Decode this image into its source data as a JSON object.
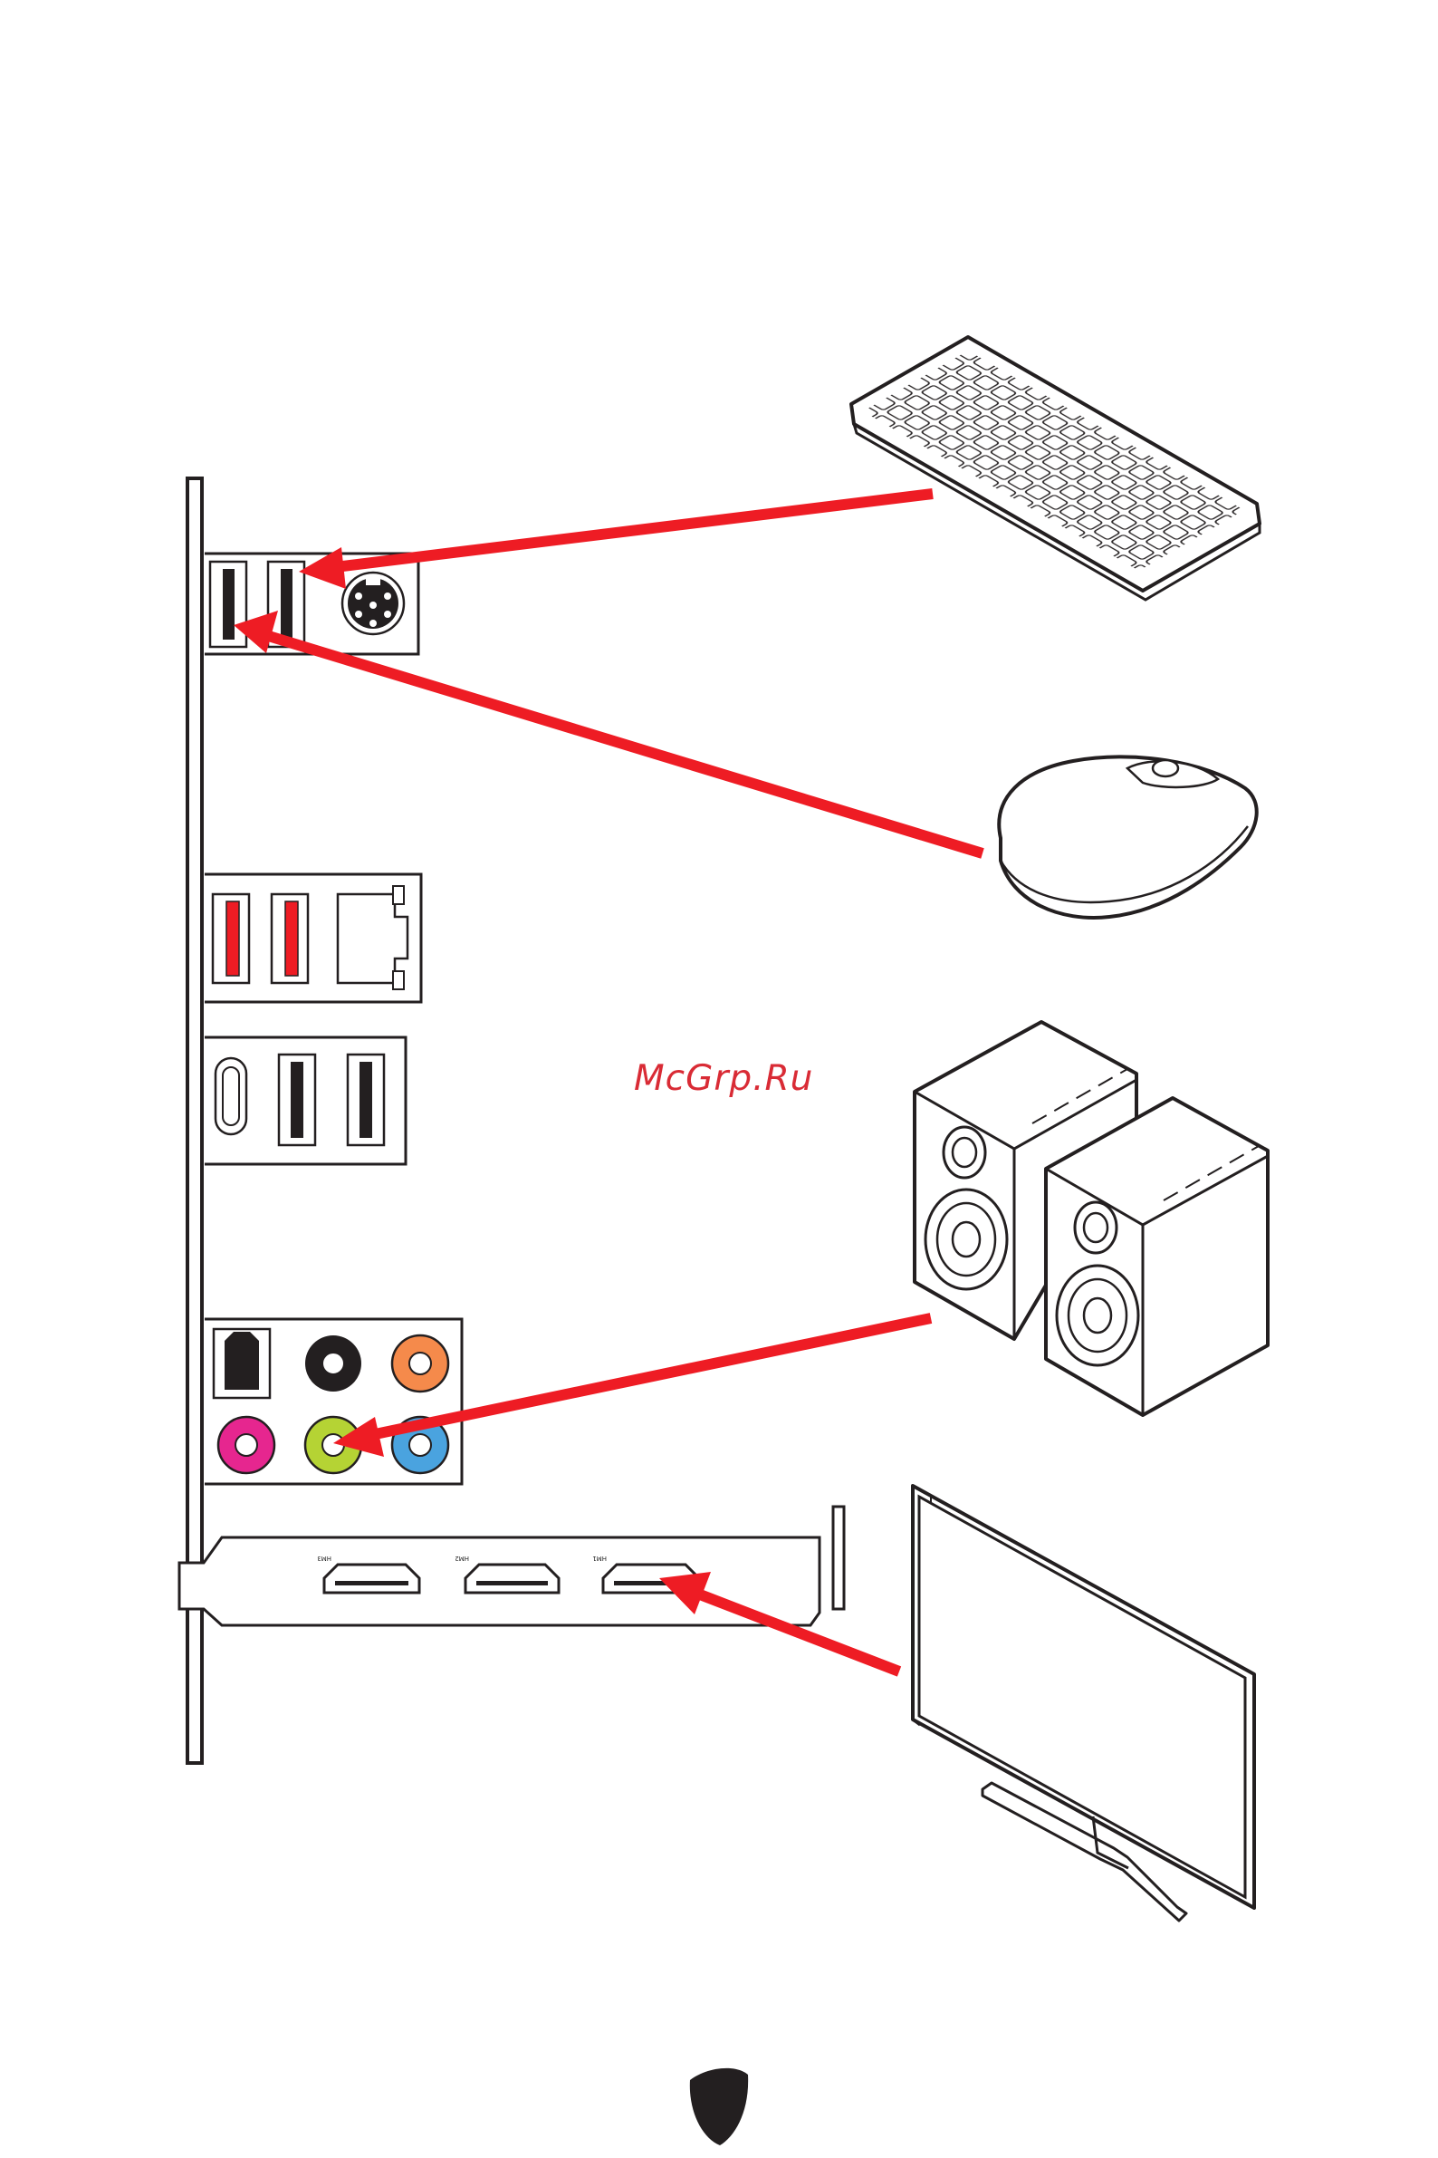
{
  "watermark": {
    "text": "McGrp.Ru",
    "color": "#d92b35"
  },
  "colors": {
    "arrow": "#ee1c24",
    "outline": "#231f20",
    "usb_red": "#ee1c24",
    "audio_orange": "#f58a4b",
    "audio_black": "#231f20",
    "audio_pink": "#e6268f",
    "audio_green": "#b5d334",
    "audio_blue": "#4aa3df"
  },
  "hdmi_ports": [
    {
      "label": "HM3"
    },
    {
      "label": "HM2"
    },
    {
      "label": "HM1"
    }
  ],
  "devices": [
    "keyboard",
    "mouse",
    "speakers",
    "monitor"
  ],
  "footer_icon": "msi-shield-icon"
}
